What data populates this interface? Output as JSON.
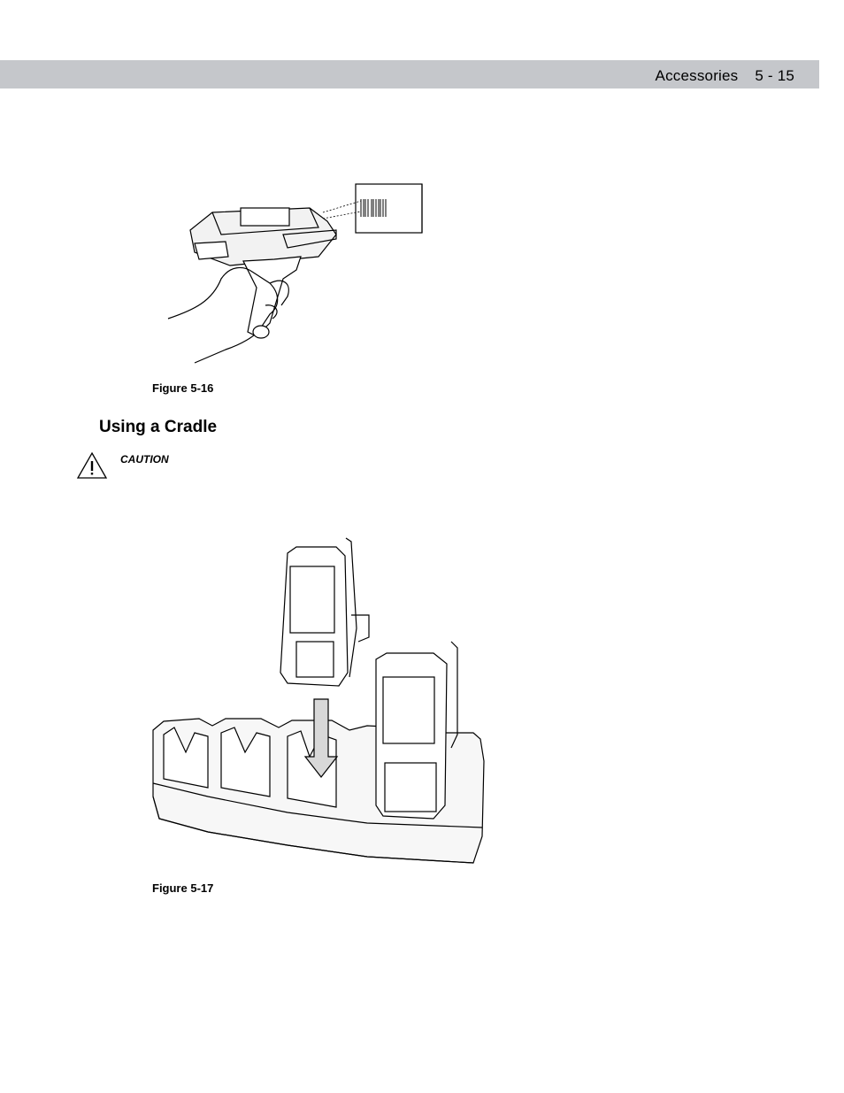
{
  "header": {
    "section": "Accessories",
    "page": "5 - 15"
  },
  "figure1": {
    "caption": "Figure 5-16",
    "illustration": "hand-holding-scanner-scanning-barcode"
  },
  "section": {
    "title": "Using a Cradle"
  },
  "caution": {
    "label": "CAUTION",
    "icon": "warning-triangle-icon"
  },
  "figure2": {
    "caption": "Figure 5-17",
    "illustration": "device-inserted-into-four-slot-cradle"
  }
}
